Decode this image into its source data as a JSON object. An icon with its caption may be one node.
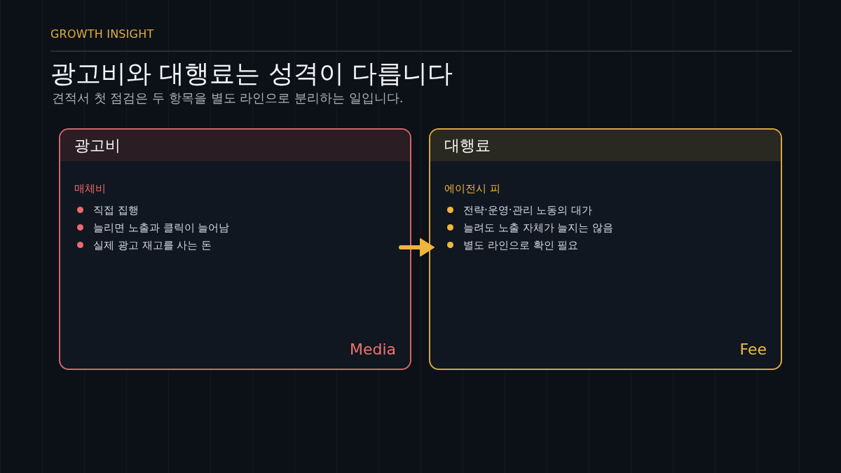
{
  "diagram": {
    "title": "광고비와 대행료는 성격이 다릅니다",
    "nodes": [
      {
        "text": [
          "광고비",
          "매체비",
          "직접 집행",
          "늘리면 노출과 클릭이 늘어남",
          "실제 광고 재고를 사는 돈",
          "Media"
        ]
      },
      {
        "text": [
          "대행료",
          "에이전시 피",
          "전략·운영·관리 노동의 대가",
          "늘려도 노출 자체가 늘지는 않음",
          "별도 라인으로 확인 필요",
          "Fee"
        ]
      }
    ],
    "edges": [
      {
        "from": 0,
        "to": 1,
        "arrow": "to"
      }
    ],
    "labels": [
      "GROWTH INSIGHT",
      "견적서 첫 점검은 두 항목을 별도 라인으로 분리하는 일입니다."
    ]
  }
}
